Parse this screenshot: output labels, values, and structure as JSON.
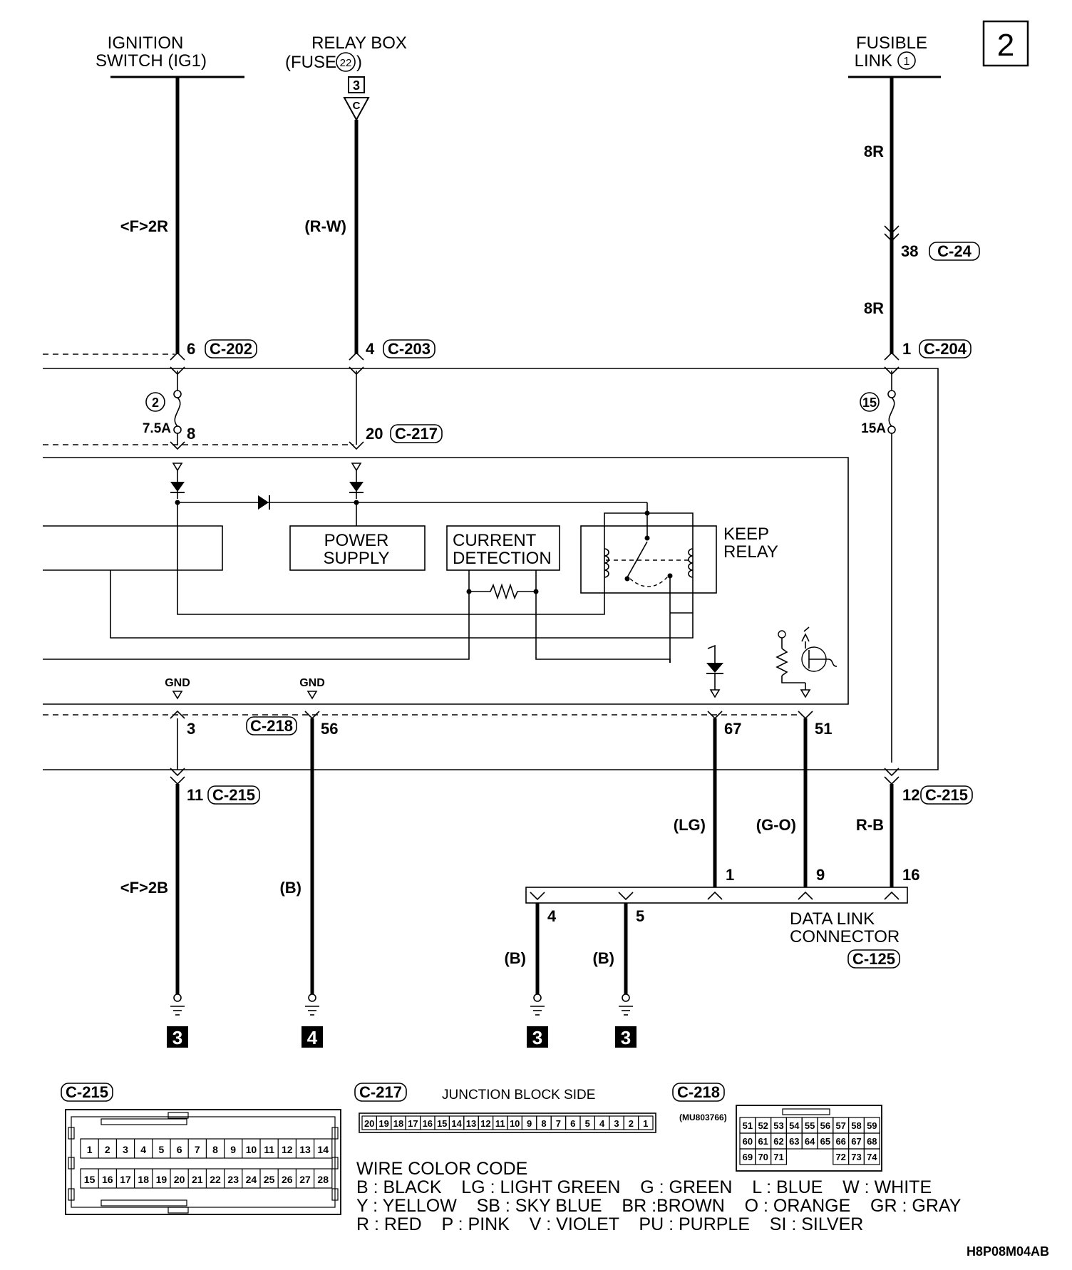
{
  "page_number": "2",
  "sources": {
    "ignition_switch": [
      "IGNITION",
      "SWITCH (IG1)"
    ],
    "relay_box": [
      "RELAY BOX",
      "(FUSE ",
      ")"
    ],
    "relay_box_fuse_no": "22",
    "relay_box_terminal": "3",
    "relay_box_connector_letter": "C",
    "fusible_link": [
      "FUSIBLE",
      "LINK "
    ],
    "fusible_link_no": "1"
  },
  "wires": {
    "ig_upper": "<F>2R",
    "relay_upper": "(R-W)",
    "fusible_upper": "8R",
    "fusible_mid": "8R",
    "ig_lower": "<F>2B",
    "gnd56_lower": "(B)",
    "lg": "(LG)",
    "go": "(G-O)",
    "rb": "R-B",
    "dlc4": "(B)",
    "dlc5": "(B)"
  },
  "connectors": {
    "c24": {
      "pin": "38",
      "name": "C-24"
    },
    "c202": {
      "pin": "6",
      "name": "C-202"
    },
    "c203": {
      "pin": "4",
      "name": "C-203"
    },
    "c204": {
      "pin": "1",
      "name": "C-204"
    },
    "c217": {
      "pin": "20",
      "name": "C-217"
    },
    "c218": {
      "name": "C-218"
    },
    "c215_left": {
      "pin": "11",
      "name": "C-215"
    },
    "c215_right": {
      "pin": "12",
      "name": "C-215"
    },
    "c125": {
      "name": "C-125"
    }
  },
  "fuses": {
    "f2": {
      "no": "2",
      "rating": "7.5A",
      "pin": "8"
    },
    "f15": {
      "no": "15",
      "rating": "15A"
    }
  },
  "pins": {
    "p3": "3",
    "p56": "56",
    "p67": "67",
    "p51": "51",
    "d1": "1",
    "d9": "9",
    "d16": "16",
    "d4": "4",
    "d5": "5"
  },
  "labels": {
    "gnd": "GND",
    "power_supply": [
      "POWER",
      "SUPPLY"
    ],
    "current_detection": [
      "CURRENT",
      "DETECTION"
    ],
    "keep_relay": [
      "KEEP",
      "RELAY"
    ],
    "data_link_connector": [
      "DATA LINK",
      "CONNECTOR"
    ]
  },
  "grounds": [
    "3",
    "4",
    "3",
    "3"
  ],
  "connector_views": {
    "c215": {
      "name": "C-215",
      "row1": [
        "1",
        "2",
        "3",
        "4",
        "5",
        "6",
        "7",
        "8",
        "9",
        "10",
        "11",
        "12",
        "13",
        "14"
      ],
      "row2": [
        "15",
        "16",
        "17",
        "18",
        "19",
        "20",
        "21",
        "22",
        "23",
        "24",
        "25",
        "26",
        "27",
        "28"
      ]
    },
    "c217": {
      "name": "C-217",
      "title": "JUNCTION BLOCK SIDE",
      "pins": [
        "20",
        "19",
        "18",
        "17",
        "16",
        "15",
        "14",
        "13",
        "12",
        "11",
        "10",
        "9",
        "8",
        "7",
        "6",
        "5",
        "4",
        "3",
        "2",
        "1"
      ]
    },
    "c218": {
      "name": "C-218",
      "part": "(MU803766)",
      "row1": [
        "51",
        "52",
        "53",
        "54",
        "55",
        "56",
        "57",
        "58",
        "59"
      ],
      "row2": [
        "60",
        "61",
        "62",
        "63",
        "64",
        "65",
        "66",
        "67",
        "68"
      ],
      "row3": [
        "69",
        "70",
        "71",
        "",
        "",
        "",
        "72",
        "73",
        "74"
      ]
    }
  },
  "wire_color_code": {
    "title": "WIRE COLOR CODE",
    "lines": [
      "B : BLACK    LG : LIGHT GREEN    G : GREEN    L : BLUE    W : WHITE",
      "Y : YELLOW    SB : SKY BLUE    BR :BROWN    O : ORANGE    GR : GRAY",
      "R : RED    P : PINK    V : VIOLET    PU : PURPLE    SI : SILVER"
    ]
  },
  "figure_code": "H8P08M04AB"
}
